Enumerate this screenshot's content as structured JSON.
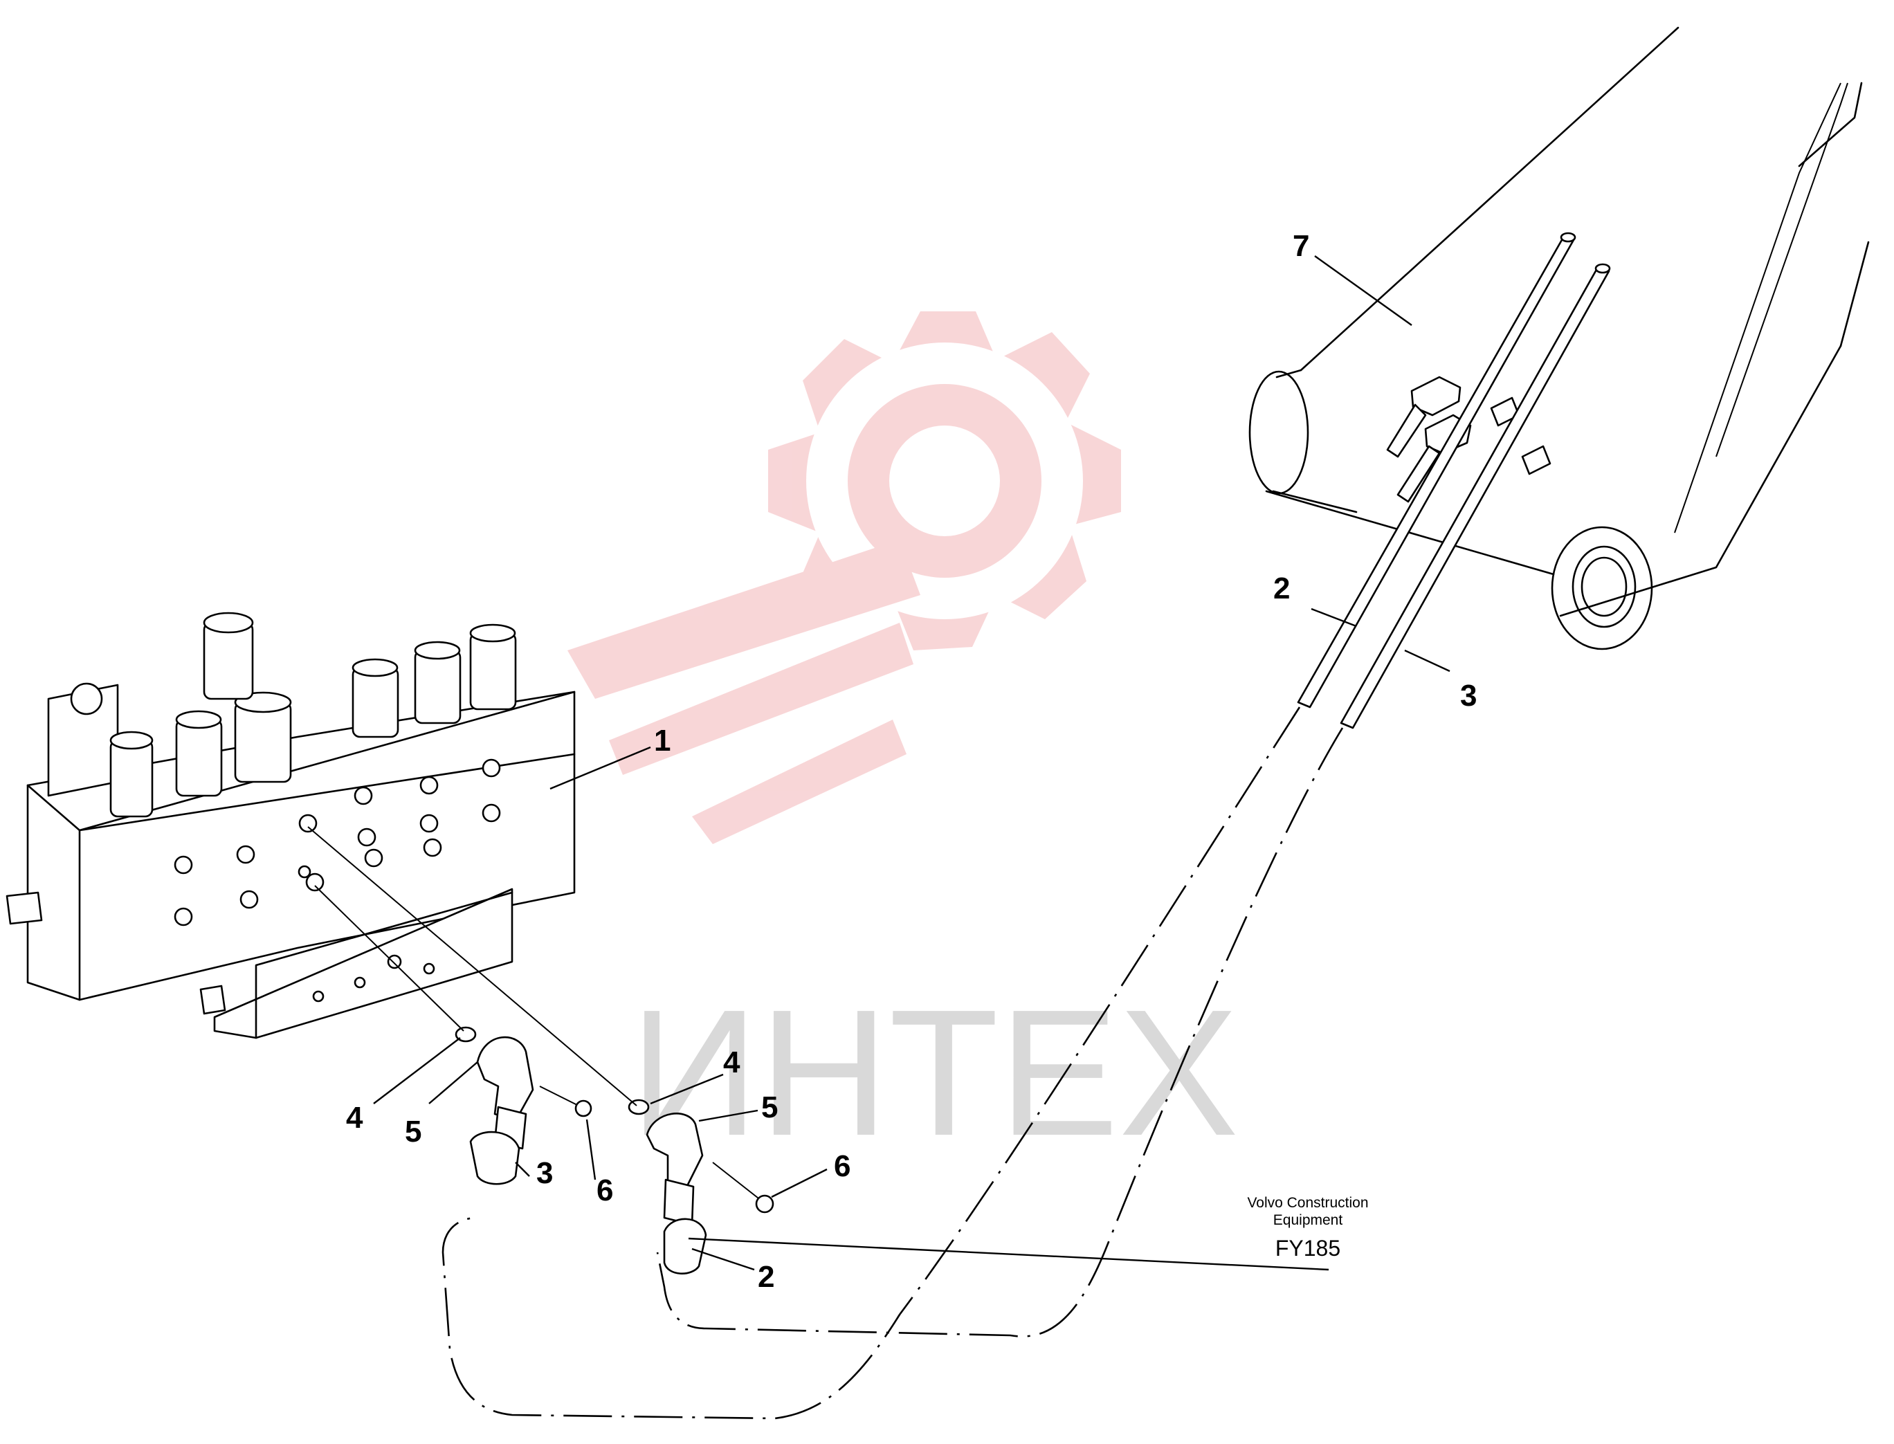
{
  "callouts": [
    "1",
    "2",
    "3",
    "4",
    "5",
    "6",
    "7"
  ],
  "watermark": {
    "text": "ИНТЕХ",
    "gear_color": "#f3b5b8",
    "text_color": "#d9d9d9"
  },
  "publisher": {
    "line1": "Volvo Construction",
    "line2": "Equipment"
  },
  "figure_code": "FY185"
}
